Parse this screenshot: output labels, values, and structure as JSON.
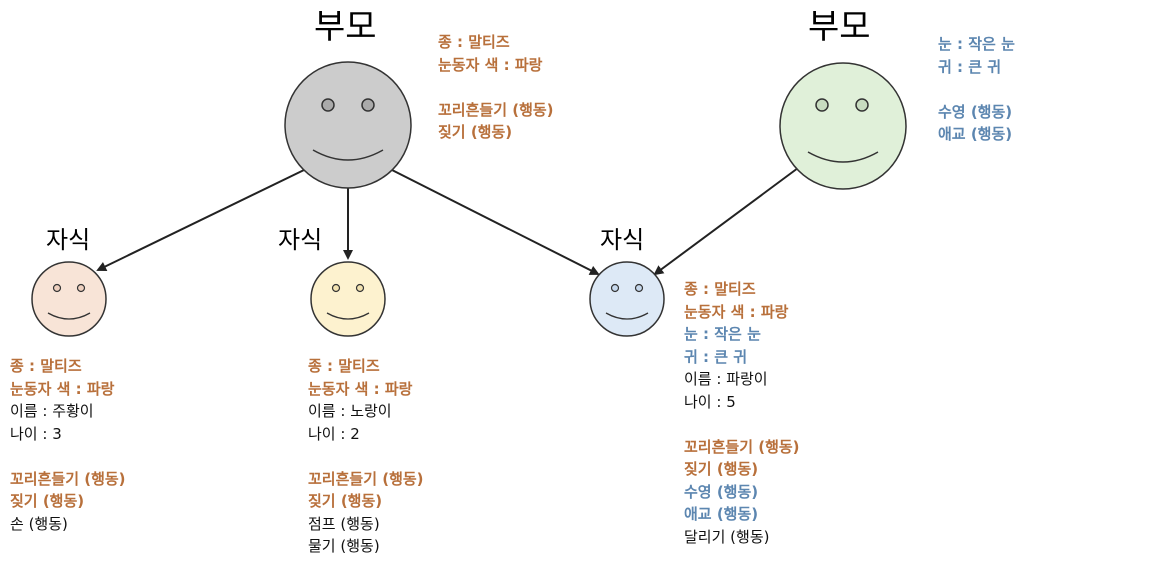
{
  "colors": {
    "orange": "#b8703b",
    "blue": "#5c86b0",
    "black": "#111111",
    "arrow": "#222222",
    "face_stroke": "#333333"
  },
  "faces": {
    "parent1": {
      "fill": "#cccccc"
    },
    "parent2": {
      "fill": "#e0f0d9"
    },
    "child1": {
      "fill": "#f8e4d7"
    },
    "child2": {
      "fill": "#fdf2cf"
    },
    "child3": {
      "fill": "#dde9f6"
    }
  },
  "labels": {
    "parent1": "부모",
    "parent2": "부모",
    "child1": "자식",
    "child2": "자식",
    "child3": "자식"
  },
  "parent1_attrs": {
    "species": "종 : 말티즈",
    "eye_color": "눈동자 색 : 파랑",
    "tail_wag": "꼬리흔들기 (행동)",
    "bark": "짖기 (행동)"
  },
  "parent2_attrs": {
    "eyes": "눈 : 작은 눈",
    "ears": "귀 : 큰 귀",
    "swim": "수영 (행동)",
    "charm": "애교 (행동)"
  },
  "child1_attrs": {
    "species": "종 : 말티즈",
    "eye_color": "눈동자 색 : 파랑",
    "name": "이름 : 주황이",
    "age": "나이 : 3",
    "tail_wag": "꼬리흔들기 (행동)",
    "bark": "짖기 (행동)",
    "hand": "손 (행동)"
  },
  "child2_attrs": {
    "species": "종 : 말티즈",
    "eye_color": "눈동자 색 : 파랑",
    "name": "이름 : 노랑이",
    "age": "나이 : 2",
    "tail_wag": "꼬리흔들기 (행동)",
    "bark": "짖기 (행동)",
    "jump": "점프 (행동)",
    "bite": "물기 (행동)"
  },
  "child3_attrs": {
    "species": "종 : 말티즈",
    "eye_color": "눈동자 색 : 파랑",
    "eyes": "눈 : 작은 눈",
    "ears": "귀 : 큰 귀",
    "name": "이름 : 파랑이",
    "age": "나이 : 5",
    "tail_wag": "꼬리흔들기 (행동)",
    "bark": "짖기 (행동)",
    "swim": "수영 (행동)",
    "charm": "애교 (행동)",
    "run": "달리기 (행동)"
  }
}
